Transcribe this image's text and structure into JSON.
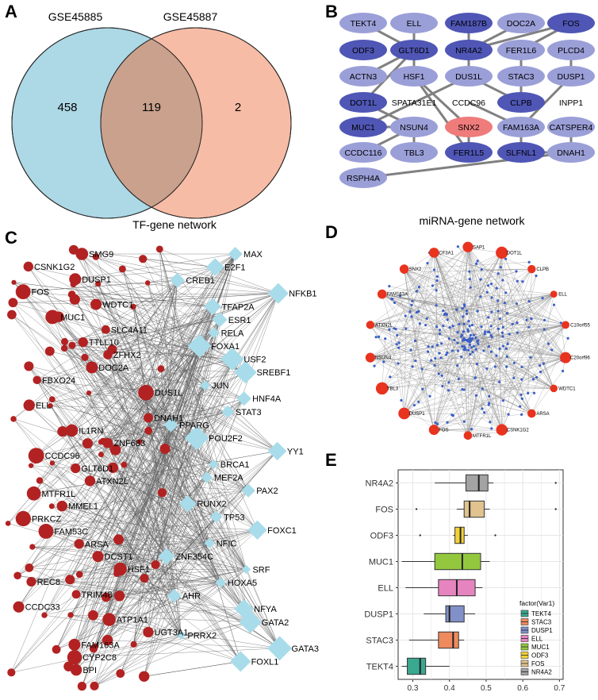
{
  "panels": {
    "A": "A",
    "B": "B",
    "C": "C",
    "D": "D",
    "E": "E"
  },
  "venn": {
    "set1": "GSE45885",
    "set2": "GSE45887",
    "only1": "458",
    "both": "119",
    "only2": "2",
    "color1": "#add8e6",
    "color2": "#f4a688"
  },
  "ppi": {
    "nodes": [
      "TEKT4",
      "ELL",
      "FAM187B",
      "DOC2A",
      "FOS",
      "ODF3",
      "GLT6D1",
      "NR4A2",
      "FER1L6",
      "PLCD4",
      "ACTN3",
      "HSF1",
      "DUS1L",
      "STAC3",
      "DUSP1",
      "DOT1L",
      "SPATA31E1",
      "CCDC96",
      "CLPB",
      "INPP1",
      "MUC1",
      "NSUN4",
      "SNX2",
      "FAM163A",
      "CATSPER4",
      "CCDC116",
      "TBL3",
      "FER1L5",
      "SLFNL1",
      "DNAH1",
      "RSPH4A"
    ],
    "colors": {
      "light": "#9b9fd8",
      "dark": "#4f56b5",
      "hub": "#ef7b7b"
    }
  },
  "tf": {
    "title": "TF-gene network",
    "genes": [
      "SMG9",
      "CSNK1G2",
      "DUSP1",
      "FOS",
      "WDTC1",
      "MUC1",
      "SLC4A11",
      "TTLL10",
      "ZFHX2",
      "DOC2A",
      "FBXO24",
      "DUS1L",
      "ELL",
      "DNAH1",
      "IL1RN",
      "ZNF683",
      "CCDC96",
      "GLT6D1",
      "ATXN2L",
      "MTFR1L",
      "MMEL1",
      "PRKCZ",
      "FAM53C",
      "ARSA",
      "DCST1",
      "HSF1",
      "REC8",
      "TRIM48",
      "CCDC33",
      "ATP1A1",
      "UGT3A1",
      "FAM163A",
      "CYP2C8",
      "BPI"
    ],
    "tfs": [
      "MAX",
      "E2F1",
      "CREB1",
      "NFKB1",
      "TFAP2A",
      "ESR1",
      "RELA",
      "FOXA1",
      "USF2",
      "SREBF1",
      "JUN",
      "HNF4A",
      "STAT3",
      "PPARG",
      "POU2F2",
      "YY1",
      "BRCA1",
      "MEF2A",
      "PAX2",
      "RUNX2",
      "TP53",
      "FOXC1",
      "NFIC",
      "ZNF354C",
      "SRF",
      "HOXA5",
      "AHR",
      "NFYA",
      "GATA2",
      "PRRX2",
      "GATA3",
      "FOXL1"
    ],
    "gene_color": "#b22222",
    "tf_color": "#a8dcea"
  },
  "mirna": {
    "title": "miRNA-gene network",
    "genes": [
      "SAP1",
      "DOT1L",
      "CLPB",
      "ELL",
      "C10orf55",
      "C20orf96",
      "WDTC1",
      "ARSA",
      "CSNK1G2",
      "MTFR1L",
      "FOS",
      "DUSP1",
      "TBL3",
      "NSUN4",
      "ATXN2L",
      "FAM163A",
      "SNX2",
      "CF3A1"
    ],
    "gene_color": "#e8331f",
    "mirna_color": "#3b5fc8"
  },
  "chart_data": {
    "type": "boxplot",
    "categories": [
      "TEKT4",
      "STAC3",
      "DUSP1",
      "ELL",
      "MUC1",
      "ODF3",
      "FOS",
      "NR4A2"
    ],
    "series": [
      {
        "name": "TEKT4",
        "color": "#3aa88f",
        "min": 0.27,
        "q1": 0.285,
        "median": 0.32,
        "q3": 0.335,
        "max": 0.4,
        "outliers": []
      },
      {
        "name": "STAC3",
        "color": "#ee8a5e",
        "min": 0.29,
        "q1": 0.37,
        "median": 0.41,
        "q3": 0.425,
        "max": 0.44,
        "outliers": []
      },
      {
        "name": "DUSP1",
        "color": "#8190c8",
        "min": 0.33,
        "q1": 0.39,
        "median": 0.4,
        "q3": 0.44,
        "max": 0.47,
        "outliers": []
      },
      {
        "name": "ELL",
        "color": "#e684c0",
        "min": 0.28,
        "q1": 0.37,
        "median": 0.42,
        "q3": 0.47,
        "max": 0.49,
        "outliers": []
      },
      {
        "name": "MUC1",
        "color": "#93c83e",
        "min": 0.27,
        "q1": 0.36,
        "median": 0.435,
        "q3": 0.485,
        "max": 0.51,
        "outliers": []
      },
      {
        "name": "ODF3",
        "color": "#f3d235",
        "min": 0.41,
        "q1": 0.415,
        "median": 0.43,
        "q3": 0.44,
        "max": 0.45,
        "outliers": [
          0.32,
          0.525
        ]
      },
      {
        "name": "FOS",
        "color": "#e0c38e",
        "min": 0.42,
        "q1": 0.44,
        "median": 0.455,
        "q3": 0.495,
        "max": 0.51,
        "outliers": [
          0.31,
          0.69
        ]
      },
      {
        "name": "NR4A2",
        "color": "#a3a3a3",
        "min": 0.36,
        "q1": 0.445,
        "median": 0.48,
        "q3": 0.505,
        "max": 0.52,
        "outliers": [
          0.69
        ]
      }
    ],
    "xticks": [
      "0.3",
      "0.4",
      "0.5",
      "0.6",
      "0.7"
    ],
    "xlim": [
      0.26,
      0.71
    ],
    "legend_title": "factor(Var1)",
    "legend_items": [
      "TEKT4",
      "STAC3",
      "DUSP1",
      "ELL",
      "MUC1",
      "ODF3",
      "FOS",
      "NR4A2"
    ],
    "legend_position": "bottom-right",
    "grid": true
  }
}
